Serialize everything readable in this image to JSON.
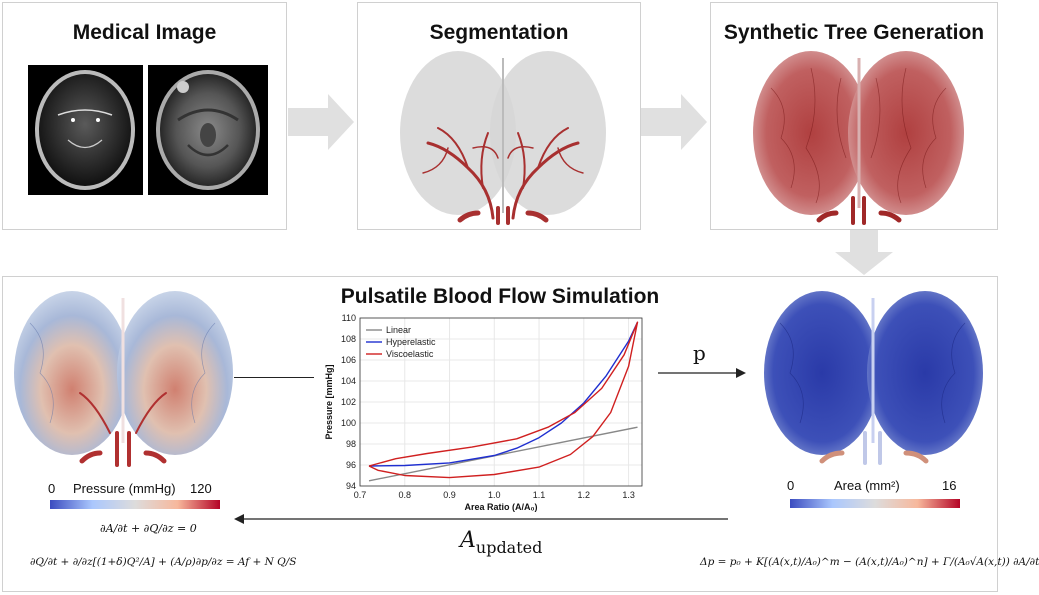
{
  "stages": {
    "medical_image": "Medical Image",
    "segmentation": "Segmentation",
    "tree_generation": "Synthetic Tree Generation",
    "simulation": "Pulsatile Blood Flow Simulation"
  },
  "pressure_bar": {
    "min": "0",
    "label": "Pressure (mmHg)",
    "max": "120"
  },
  "area_bar": {
    "min": "0",
    "label": "Area (mm²)",
    "max": "16"
  },
  "arrows": {
    "p_label": "p",
    "a_updated_base": "A",
    "a_updated_sub": "updated"
  },
  "equations": {
    "mass": "∂A/∂t + ∂Q/∂z = 0",
    "momentum": "∂Q/∂t + ∂/∂z[(1+δ)Q²/A] + (A/ρ)∂p/∂z = Af + N Q/S",
    "tube_law": "Δp = p₀ + K[(A(x,t)/A₀)^m − (A(x,t)/A₀)^n] + Γ/(A₀√A(x,t)) ∂A/∂t"
  },
  "chart_data": {
    "type": "line",
    "xlabel": "Area Ratio (A/A₀)",
    "ylabel": "Pressure [mmHg]",
    "xlim": [
      0.7,
      1.33
    ],
    "ylim": [
      94,
      110
    ],
    "xticks": [
      "0.7",
      "0.8",
      "0.9",
      "1.0",
      "1.1",
      "1.2",
      "1.3"
    ],
    "yticks": [
      "94",
      "96",
      "98",
      "100",
      "102",
      "104",
      "106",
      "108",
      "110"
    ],
    "legend_position": "top-left",
    "grid": true,
    "series": [
      {
        "name": "Linear",
        "color": "#888888",
        "x": [
          0.72,
          1.32
        ],
        "y": [
          94.5,
          99.6
        ]
      },
      {
        "name": "Hyperelastic",
        "color": "#1f2fd0",
        "x": [
          0.72,
          0.8,
          0.9,
          1.0,
          1.05,
          1.1,
          1.15,
          1.2,
          1.25,
          1.3,
          1.32
        ],
        "y": [
          95.9,
          95.95,
          96.2,
          96.9,
          97.6,
          98.6,
          100.0,
          101.9,
          104.5,
          107.8,
          109.6
        ]
      },
      {
        "name": "Viscoelastic",
        "color": "#d02020",
        "x": [
          0.72,
          0.78,
          0.85,
          0.95,
          1.05,
          1.12,
          1.18,
          1.24,
          1.29,
          1.32,
          1.3,
          1.26,
          1.22,
          1.17,
          1.1,
          1.0,
          0.9,
          0.8,
          0.74,
          0.72
        ],
        "y": [
          95.9,
          96.6,
          97.1,
          97.7,
          98.5,
          99.6,
          101.0,
          103.3,
          106.5,
          109.6,
          105.4,
          101.0,
          98.7,
          97.0,
          95.8,
          95.1,
          94.8,
          95.0,
          95.5,
          95.9
        ]
      }
    ]
  }
}
